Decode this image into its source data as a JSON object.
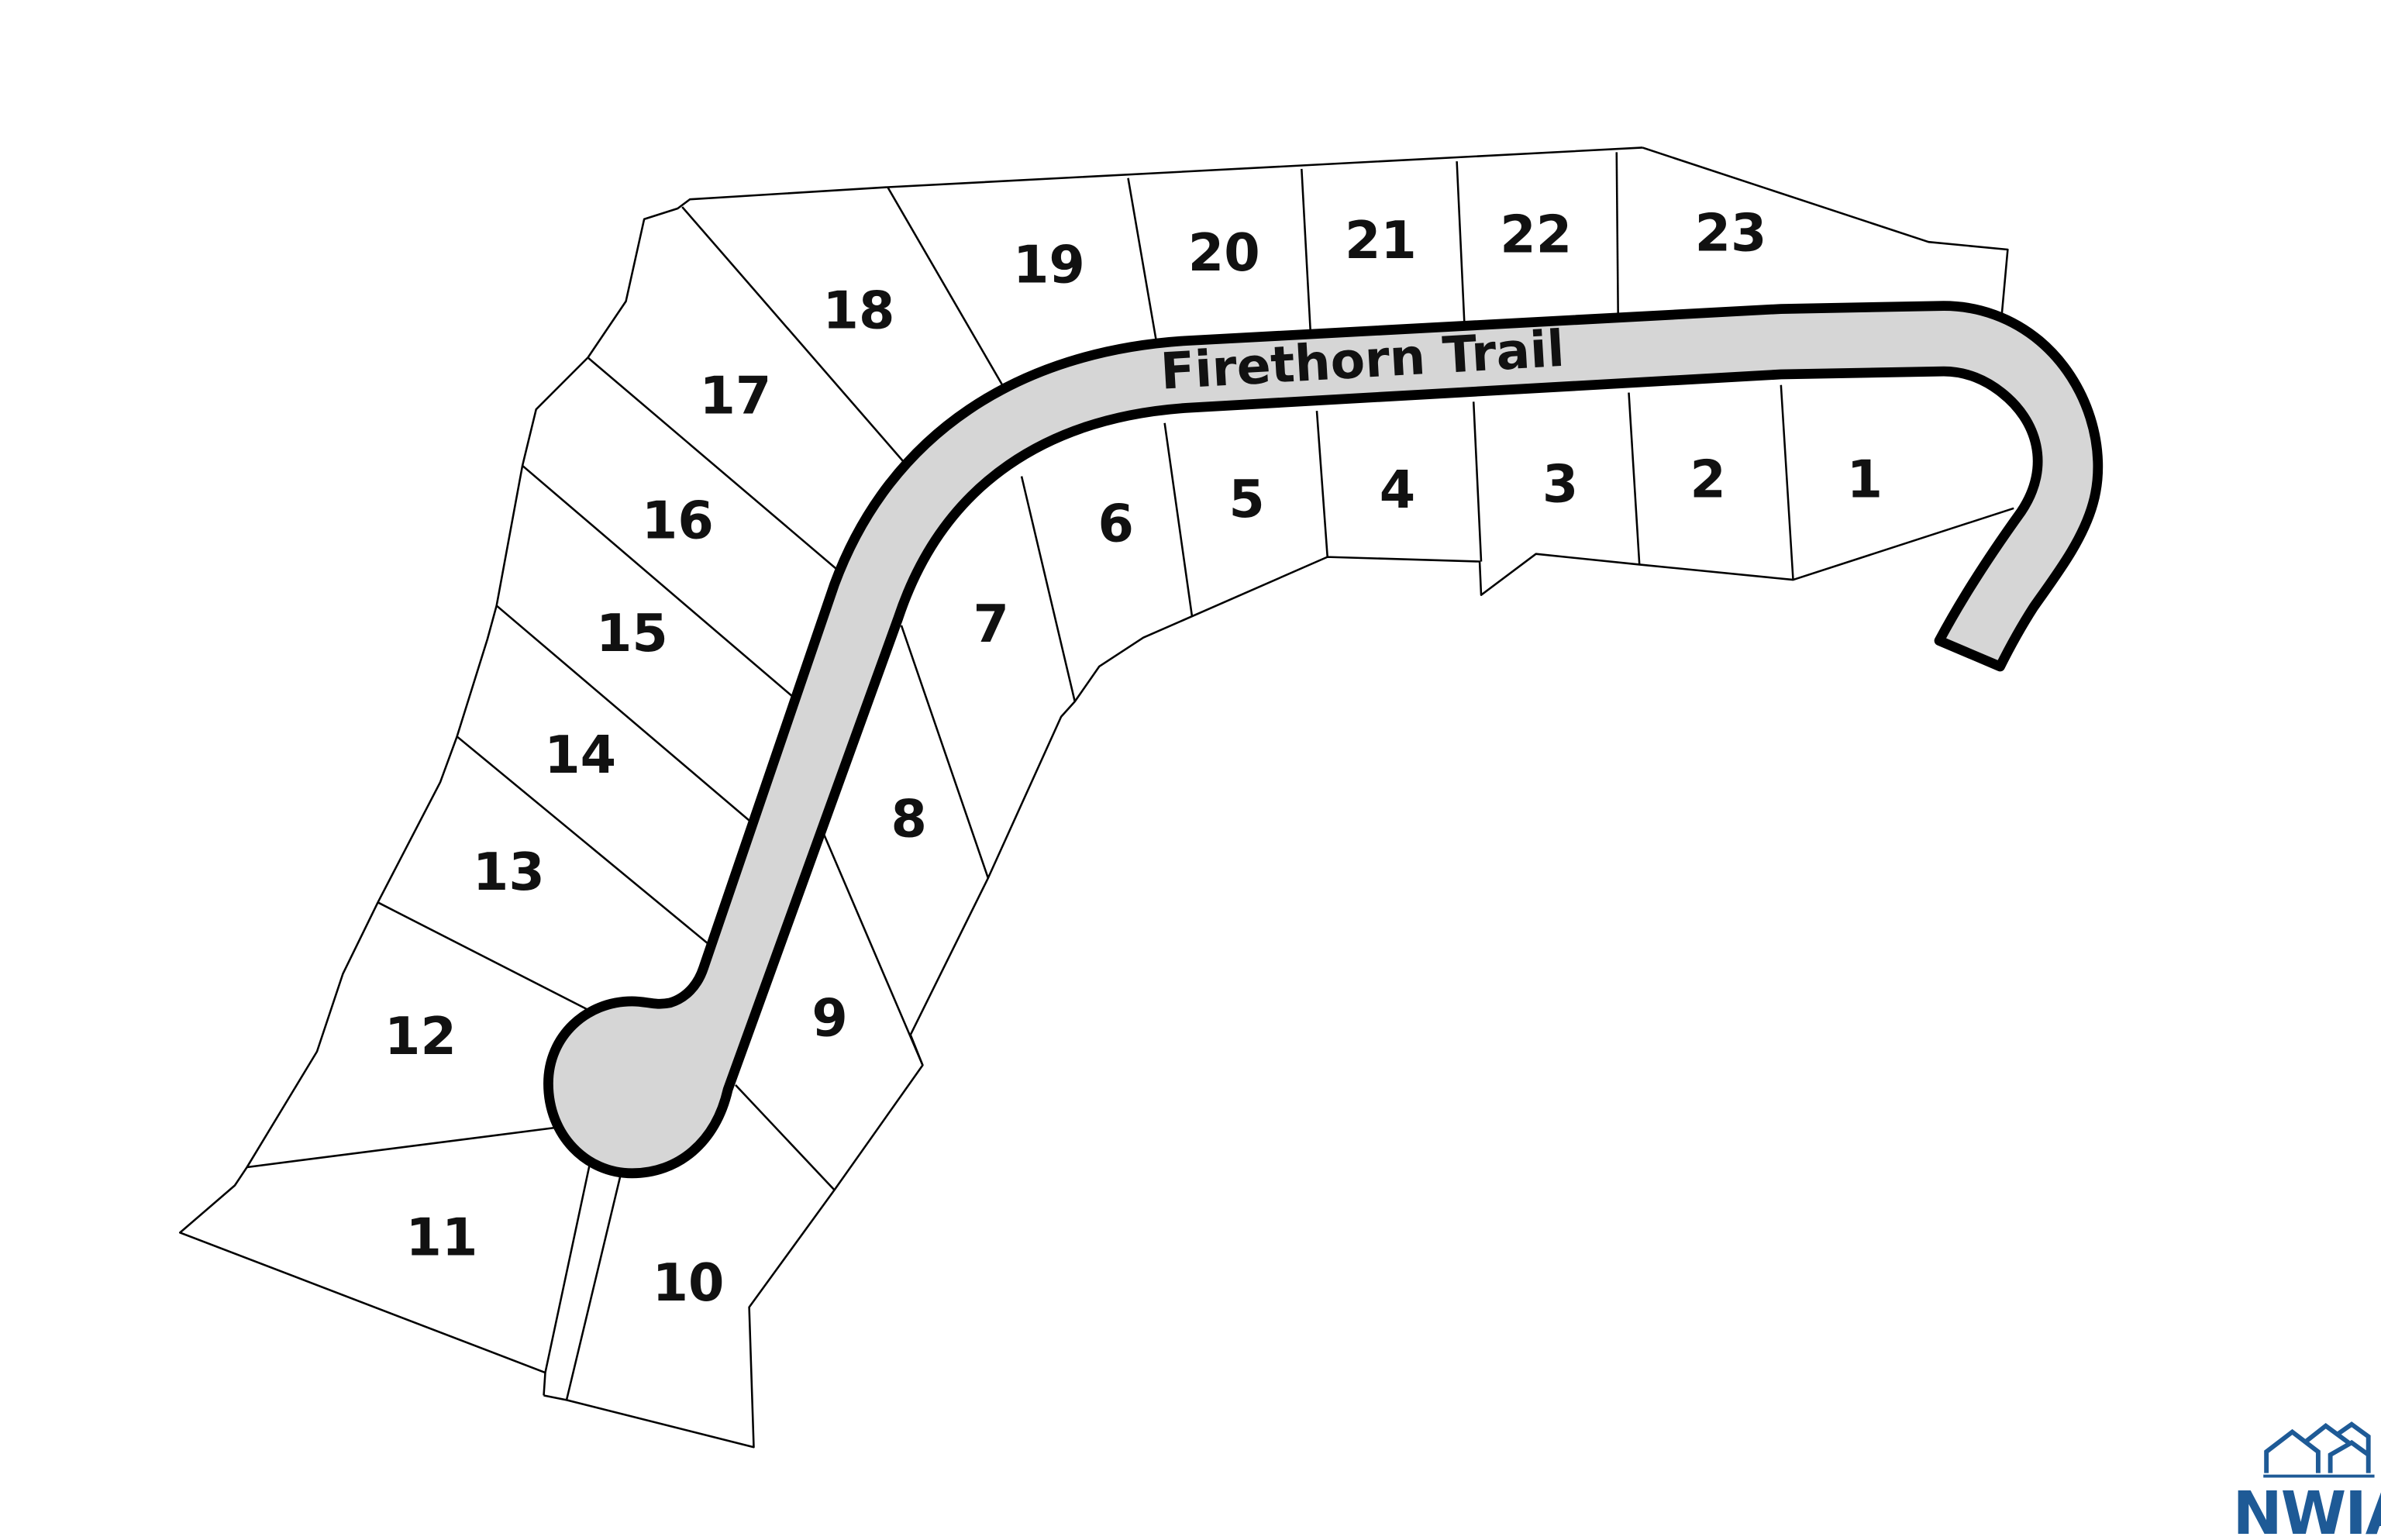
{
  "map": {
    "street_name": "Firethorn Trail",
    "road_fill": "#d6d6d6",
    "line_color": "#000000",
    "lots": [
      {
        "number": "1"
      },
      {
        "number": "2"
      },
      {
        "number": "3"
      },
      {
        "number": "4"
      },
      {
        "number": "5"
      },
      {
        "number": "6"
      },
      {
        "number": "7"
      },
      {
        "number": "8"
      },
      {
        "number": "9"
      },
      {
        "number": "10"
      },
      {
        "number": "11"
      },
      {
        "number": "12"
      },
      {
        "number": "13"
      },
      {
        "number": "14"
      },
      {
        "number": "15"
      },
      {
        "number": "16"
      },
      {
        "number": "17"
      },
      {
        "number": "18"
      },
      {
        "number": "19"
      },
      {
        "number": "20"
      },
      {
        "number": "21"
      },
      {
        "number": "22"
      },
      {
        "number": "23"
      }
    ]
  },
  "logo": {
    "text": "NWIA",
    "color": "#1e5a96",
    "icon": "house-roofs-icon"
  }
}
